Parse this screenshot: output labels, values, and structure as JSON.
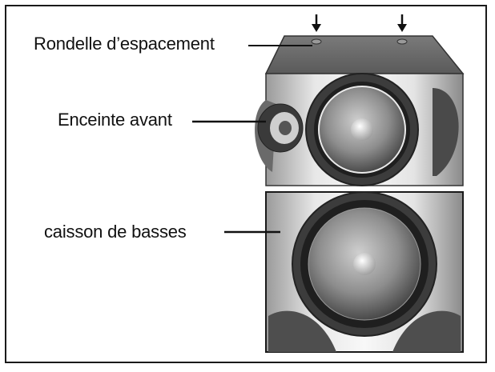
{
  "labels": {
    "spacer_washer": "Rondelle d’espacement",
    "front_speaker": "Enceinte avant",
    "subwoofer": "caisson de basses"
  }
}
